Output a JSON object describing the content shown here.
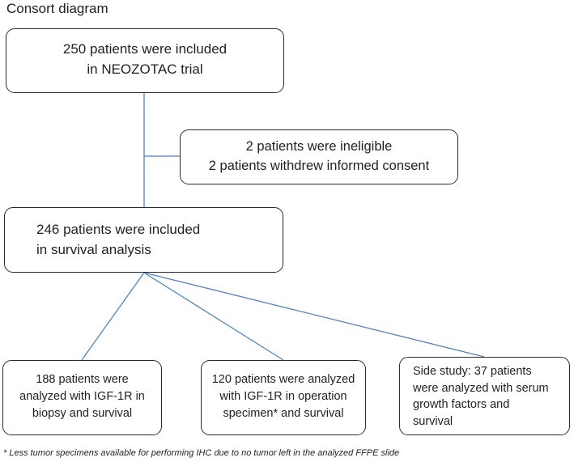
{
  "title": "Consort diagram",
  "boxes": {
    "enrolled": {
      "lines": [
        "250 patients were included",
        "in NEOZOTAC trial"
      ]
    },
    "excluded": {
      "lines": [
        "2 patients were ineligible",
        "2 patients withdrew informed consent"
      ]
    },
    "analysis": {
      "lines": [
        "246 patients were included",
        "in survival analysis"
      ]
    },
    "biopsy": {
      "lines": [
        "188 patients were",
        "analyzed with IGF-1R in",
        "biopsy  and survival"
      ]
    },
    "operation": {
      "lines": [
        "120 patients were analyzed",
        "with IGF-1R in operation",
        "specimen* and survival"
      ]
    },
    "side_study": {
      "lines": [
        "Side study: 37 patients",
        "were analyzed with serum",
        "growth factors and",
        "survival"
      ]
    }
  },
  "footnote": "* Less tumor specimens available for performing IHC due to no tumor left in the analyzed FFPE slide",
  "connector_color": "#4f84bd"
}
